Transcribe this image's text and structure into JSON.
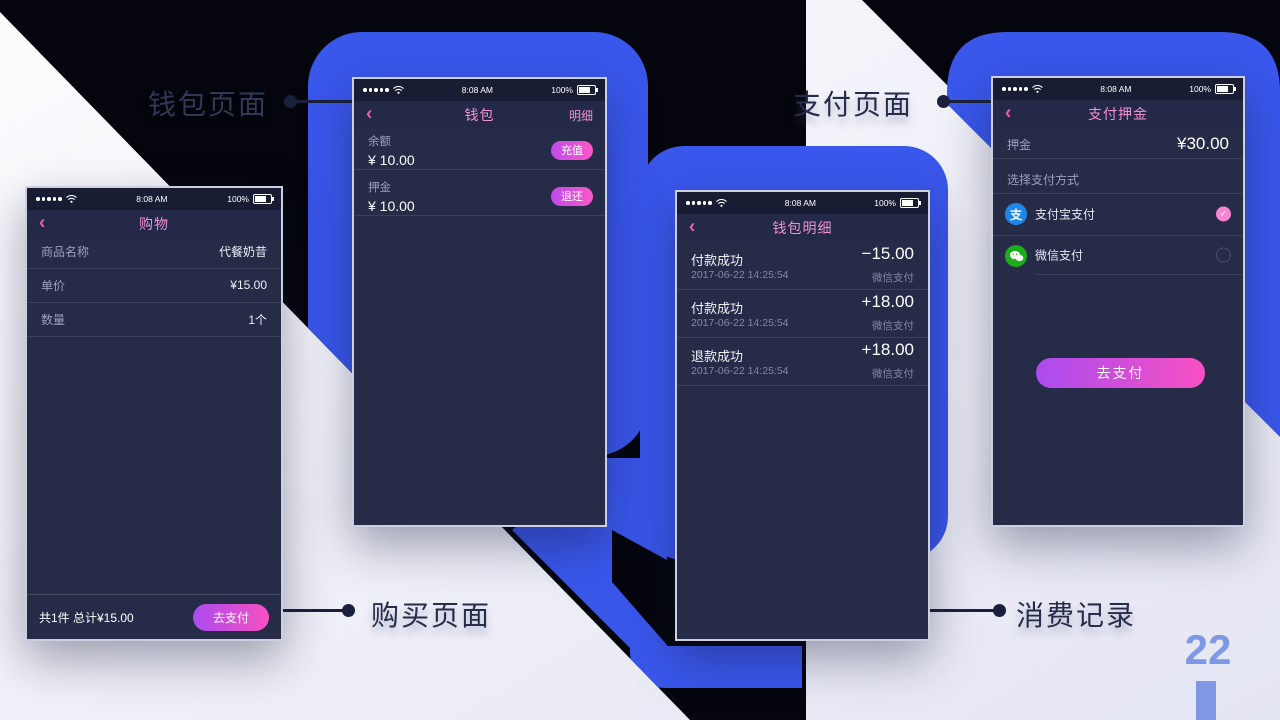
{
  "status_bar": {
    "time": "8:08 AM",
    "battery": "100%"
  },
  "icons": {
    "back": "‹",
    "check": "✓",
    "alipay": "支"
  },
  "callouts": {
    "wallet_page": "钱包页面",
    "payment_page": "支付页面",
    "purchase_page": "购买页面",
    "consumption_records": "消费记录"
  },
  "page_number": "22",
  "purchase": {
    "title": "购物",
    "rows": [
      {
        "label": "商品名称",
        "value": "代餐奶昔"
      },
      {
        "label": "单价",
        "value": "¥15.00"
      },
      {
        "label": "数量",
        "value": "1个"
      }
    ],
    "summary": "共1件 总计¥15.00",
    "pay_button": "去支付"
  },
  "wallet": {
    "title": "钱包",
    "detail_link": "明细",
    "rows": [
      {
        "label": "余额",
        "amount": "¥ 10.00",
        "action": "充值"
      },
      {
        "label": "押金",
        "amount": "¥ 10.00",
        "action": "退还"
      }
    ]
  },
  "wallet_detail": {
    "title": "钱包明细",
    "rows": [
      {
        "status": "付款成功",
        "datetime": "2017-06-22 14:25:54",
        "amount": "−15.00",
        "method": "微信支付"
      },
      {
        "status": "付款成功",
        "datetime": "2017-06-22 14:25:54",
        "amount": "+18.00",
        "method": "微信支付"
      },
      {
        "status": "退款成功",
        "datetime": "2017-06-22 14:25:54",
        "amount": "+18.00",
        "method": "微信支付"
      }
    ]
  },
  "deposit": {
    "title": "支付押金",
    "deposit_label": "押金",
    "deposit_amount": "¥30.00",
    "choose_label": "选择支付方式",
    "methods": [
      {
        "name": "支付宝支付"
      },
      {
        "name": "微信支付"
      }
    ],
    "pay_button": "去支付"
  },
  "colors": {
    "accent_blue": "#3A57EC",
    "dark_stripe": "#04050D",
    "title_pink": "#F191D4",
    "button_gradient_start": "#AB4BEF",
    "button_gradient_end": "#F750C3",
    "page_number_blue": "#7E98E3"
  }
}
